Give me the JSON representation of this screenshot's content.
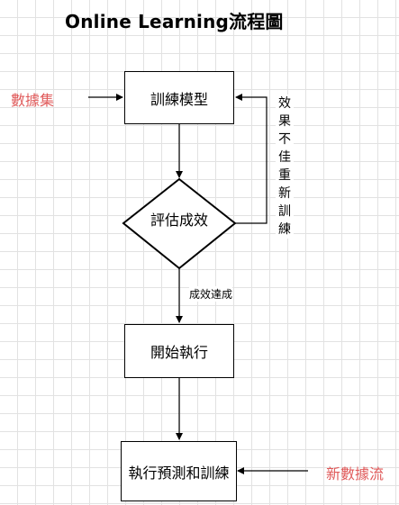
{
  "title": "Online Learning流程圖",
  "nodes": {
    "train_model": "訓練模型",
    "evaluate": "評估成效",
    "start_execute": "開始執行",
    "predict_train": "執行預測和訓練"
  },
  "inputs": {
    "dataset": "數據集",
    "new_data_stream": "新數據流"
  },
  "edge_labels": {
    "retrain": "效果不佳重新訓練",
    "achieved": "成效達成"
  },
  "colors": {
    "input_label": "#e05a5a",
    "stroke": "#000000",
    "grid": "#e2e2e2"
  }
}
